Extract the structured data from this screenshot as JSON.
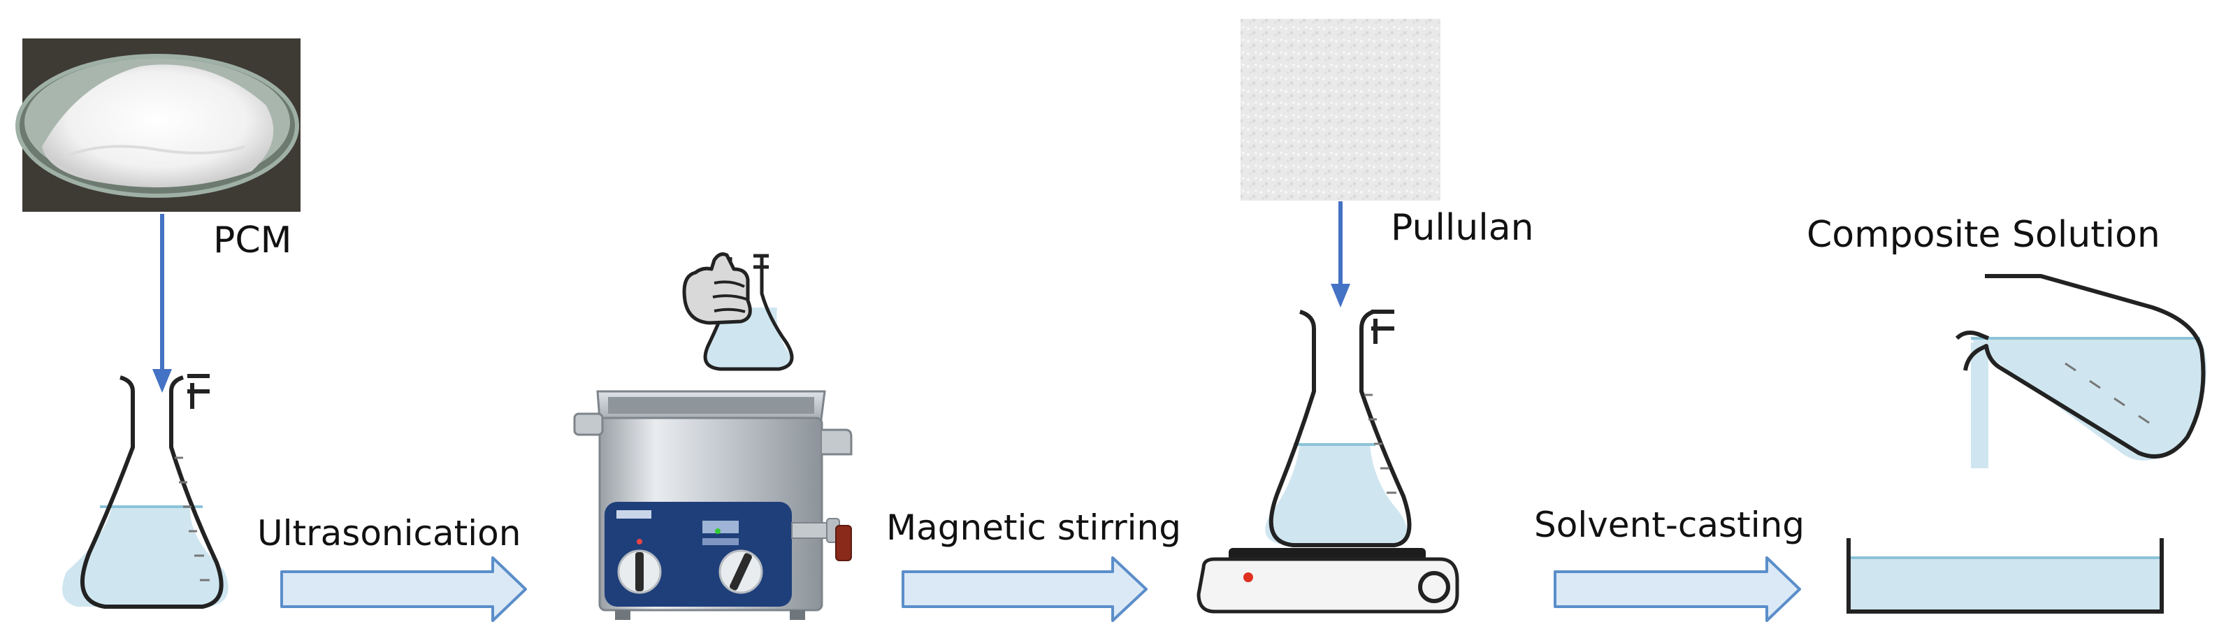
{
  "labels": {
    "pcm": "PCM",
    "pullulan": "Pullulan",
    "composite_solution": "Composite Solution",
    "ultrasonication": "Ultrasonication",
    "magnetic_stirring": "Magnetic stirring",
    "solvent_casting": "Solvent-casting"
  },
  "colors": {
    "liquid": "#cfe6f0",
    "liquid_line": "#8cc3d8",
    "arrow_fill": "#dbe9f7",
    "arrow_stroke": "#5b8ec9",
    "drop_arrow": "#4472c4",
    "outline": "#222222",
    "bath_panel": "#1f3f7a",
    "hotplate_indicator": "#e03020"
  },
  "icons": {
    "pcm_photo": "white-powder-petri-dish",
    "pullulan_photo": "white-powder",
    "hand": "hand-holding-flask-icon",
    "bath": "ultrasonic-bath-icon",
    "hotplate": "magnetic-stirrer-hotplate-icon"
  }
}
